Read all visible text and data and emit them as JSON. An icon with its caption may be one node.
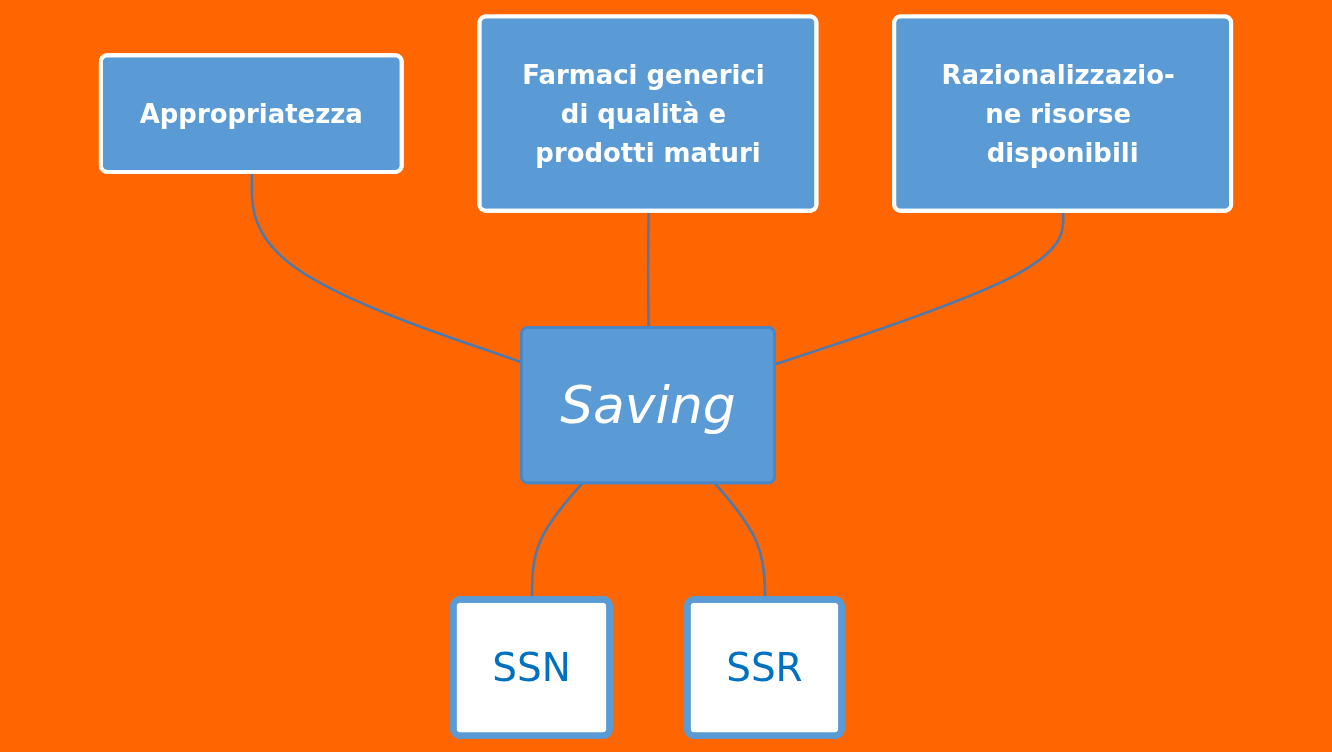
{
  "diagram": {
    "nodes": [
      {
        "text": [
          "Appropriatezza"
        ]
      },
      {
        "text": [
          "Farmaci generici di qualità e prodotti maturi"
        ]
      },
      {
        "text": [
          "Saving"
        ]
      },
      {
        "text": [
          "Razionalizzazio- ne risorse disponibili"
        ]
      },
      {
        "text": [
          "SSN"
        ]
      },
      {
        "text": [
          "SSR"
        ]
      }
    ],
    "edges": [
      {
        "from": 0,
        "to": 2,
        "arrow": "none"
      },
      {
        "from": 1,
        "to": 2,
        "arrow": "none"
      },
      {
        "from": 3,
        "to": 2,
        "arrow": "none"
      },
      {
        "from": 2,
        "to": 4,
        "arrow": "none"
      },
      {
        "from": 2,
        "to": 5,
        "arrow": "none"
      }
    ]
  }
}
